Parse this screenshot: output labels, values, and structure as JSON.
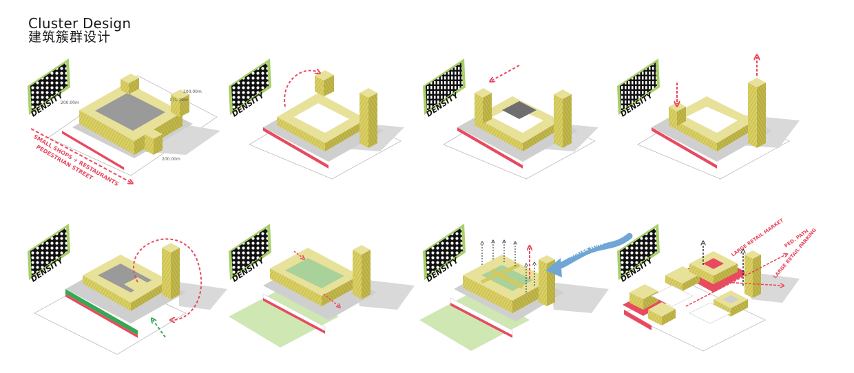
{
  "title": {
    "en": "Cluster Design",
    "zh": "建筑簇群设计"
  },
  "colors": {
    "block_top": "#e8e19a",
    "block_left": "#d4c95e",
    "block_right": "#b7ac3f",
    "podium_top": "#cfcfcf",
    "shadow": "#d9d9d9",
    "red_arrow": "#e84a5f",
    "green_arrow": "#35a853",
    "blue_arrow": "#6fa6d6",
    "park_green": "#cfe7b3",
    "density_green": "#a9cf6a"
  },
  "panels": [
    {
      "density_label": "DENSITY",
      "dim_top_left": "200.00m",
      "dim_top_right": "200.00m",
      "dim_inner": "171.19m",
      "dim_bottom": "200.00m",
      "street_label_1": "SMALL SHOPS + RESTAURANTS",
      "street_label_2": "PEDESTRIAN STREET"
    },
    {
      "density_label": "DENSITY"
    },
    {
      "density_label": "DENSITY"
    },
    {
      "density_label": "DENSITY"
    },
    {
      "density_label": "DENSITY"
    },
    {
      "density_label": "DENSITY"
    },
    {
      "density_label": "DENSITY",
      "wind_label": "WINTER WINDS"
    },
    {
      "density_label": "DENSITY",
      "label_large_retail_market": "LARGE RETAIL MARKET",
      "label_ped_path": "PED. PATH",
      "label_large_retail_parking": "LARGE RETAIL PARKING"
    }
  ]
}
